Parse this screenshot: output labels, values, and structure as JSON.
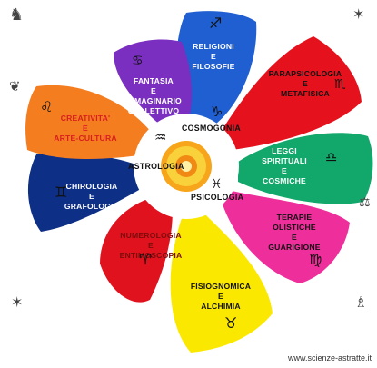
{
  "petals": [
    {
      "id": "religioni",
      "label": "RELIGIONI\nE\nFILOSOFIE"
    },
    {
      "id": "parapsicologia",
      "label": "PARAPSICOLOGIA\nE\nMETAFISICA"
    },
    {
      "id": "leggi",
      "label": "LEGGI\nSPIRITUALI\nE\nCOSMICHE"
    },
    {
      "id": "terapie",
      "label": "TERAPIE\nOLISTICHE\nE\nGUARIGIONE"
    },
    {
      "id": "fisiognomica",
      "label": "FISIOGNOMICA\nE\nALCHIMIA"
    },
    {
      "id": "numerologia",
      "label": "NUMEROLOGIA\nE\nENTIMOSCOPIA"
    },
    {
      "id": "chirologia",
      "label": "CHIROLOGIA\nE\nGRAFOLOGIA"
    },
    {
      "id": "creativita",
      "label": "CREATIVITA'\nE\nARTE-CULTURA"
    },
    {
      "id": "fantasia",
      "label": "FANTASIA\nE\nIMMAGINARIO\nCOLLETTIVO"
    }
  ],
  "core": {
    "cosmogonia": "COSMOGONIA",
    "astrologia": "ASTROLOGIA",
    "psicologia": "PSICOLOGIA"
  },
  "zodiac_symbols": {
    "sagittarius": "♐",
    "capricorn": "♑",
    "cancer": "♋",
    "scorpio": "♏",
    "libra": "♎",
    "virgo": "♍",
    "taurus": "♉",
    "aries": "♈",
    "gemini": "♊",
    "aquarius": "♒",
    "pisces": "♓",
    "leo": "♌"
  },
  "website": "www.scienze-astratte.it"
}
